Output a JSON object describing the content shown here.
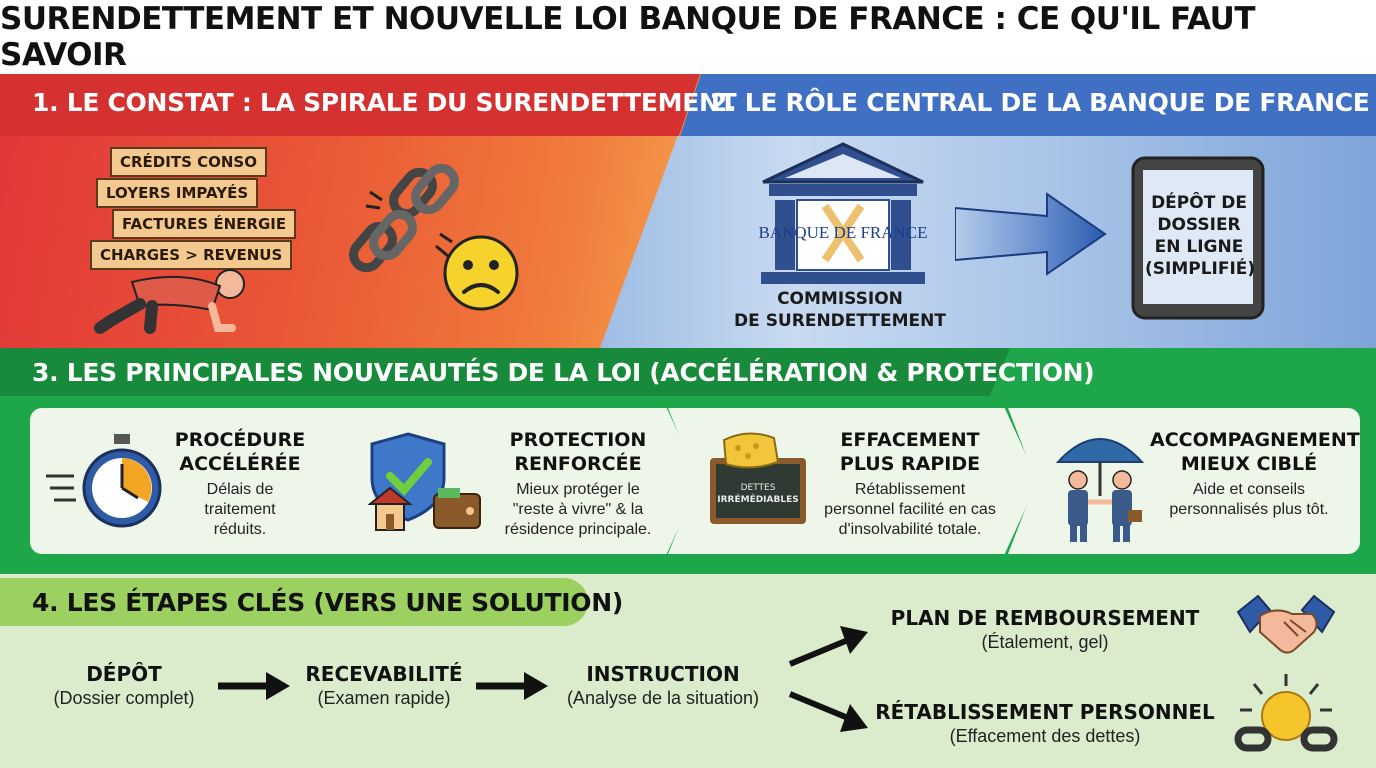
{
  "main_title": "SURENDETTEMENT ET NOUVELLE LOI BANQUE DE FRANCE : CE QU'IL FAUT SAVOIR",
  "section1": {
    "title": "1. LE CONSTAT : LA SPIRALE DU SURENDETTEMENT",
    "boxes": [
      "CRÉDITS CONSO",
      "LOYERS IMPAYÉS",
      "FACTURES ÉNERGIE",
      "CHARGES > REVENUS"
    ]
  },
  "section2": {
    "title": "2. LE RÔLE CENTRAL DE LA BANQUE DE FRANCE",
    "bank_logo": "BANQUE DE FRANCE",
    "commission": [
      "COMMISSION",
      "DE SURENDETTEMENT"
    ],
    "tablet": [
      "DÉPÔT DE",
      "DOSSIER",
      "EN LIGNE",
      "(SIMPLIFIÉ)"
    ]
  },
  "section3": {
    "title": "3. LES PRINCIPALES NOUVEAUTÉS DE LA LOI (ACCÉLÉRATION & PROTECTION)",
    "cards": [
      {
        "title": [
          "PROCÉDURE",
          "ACCÉLÉRÉE"
        ],
        "desc": [
          "Délais de",
          "traitement",
          "réduits."
        ],
        "icon": "stopwatch-icon"
      },
      {
        "title": [
          "PROTECTION",
          "RENFORCÉE"
        ],
        "desc": [
          "Mieux protéger le",
          "\"reste à vivre\" & la",
          "résidence principale."
        ],
        "icon": "shield-home-icon"
      },
      {
        "title": [
          "EFFACEMENT",
          "PLUS RAPIDE"
        ],
        "desc": [
          "Rétablissement",
          "personnel facilité en cas",
          "d'insolvabilité totale."
        ],
        "icon": "sponge-chalkboard-icon",
        "board_text": [
          "DETTES",
          "IRRÉMÉDIABLES"
        ]
      },
      {
        "title": [
          "ACCOMPAGNEMENT",
          "MIEUX CIBLÉ"
        ],
        "desc": [
          "Aide et conseils",
          "personnalisés plus tôt."
        ],
        "icon": "umbrella-handshake-icon"
      }
    ]
  },
  "section4": {
    "title": "4. LES ÉTAPES CLÉS (VERS UNE SOLUTION)",
    "steps": [
      {
        "title": "DÉPÔT",
        "sub": "(Dossier complet)"
      },
      {
        "title": "RECEVABILITÉ",
        "sub": "(Examen rapide)"
      },
      {
        "title": "INSTRUCTION",
        "sub": "(Analyse de la situation)"
      }
    ],
    "outcomes": [
      {
        "title": "PLAN DE REMBOURSEMENT",
        "sub": "(Étalement, gel)",
        "icon": "handshake-icon"
      },
      {
        "title": "RÉTABLISSEMENT PERSONNEL",
        "sub": "(Effacement des dettes)",
        "icon": "broken-chain-icon"
      }
    ]
  },
  "colors": {
    "red": "#d63131",
    "blue": "#3f70c3",
    "green": "#1ea74a",
    "light_green": "#9cd162"
  }
}
